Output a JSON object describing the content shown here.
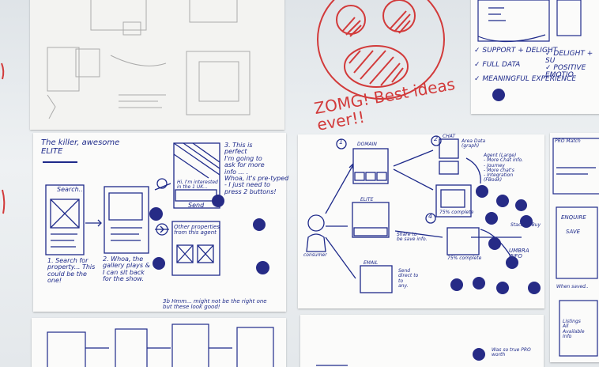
{
  "whiteboard_writing": {
    "zomg": "ZOMG! Best ideas ever!!"
  },
  "top_right_sheet": {
    "check_1": "✓ SUPPORT + DELIGHT",
    "check_2": "✓ FULL DATA",
    "check_3": "✓ MEANINGFUL EXPERIENCE",
    "check_4": "✓ DELIGHT + SU",
    "check_5": "✓ POSITIVE EMOTIO"
  },
  "elite_sheet": {
    "title": "The killer, awesome\nELITE",
    "search_label": "Search..",
    "caption_1": "1. Search for\nproperty... This\ncould be the\none!",
    "caption_2": "2. Whoa, the\ngallery plays &\nI can sit back\nfor the show.",
    "caption_3": "3. This is\nperfect\nI'm going to\nask for more\ninfo ... .\nWhoa, it's pre-typed\n- I just need to\npress 2 buttons!",
    "form_text": "Hi, I'm interested in the 1 UK...",
    "send_label": "Send",
    "other_props": "Other properties\nfrom this agent",
    "bottom_note": "3b Hmm... might not be the right one\nbut these look good!"
  },
  "flow_sheet": {
    "step_1": "1",
    "step_2": "2",
    "step_4": "4",
    "domain_label": "DOMAIN",
    "elite_label": "ELITE",
    "chat_label": "CHAT",
    "area_data": "Area Data\n(graph)",
    "agent_notes": "Agent (Large)\n- More Chat info.\n- Journey\n- More chat's\n- Integration\n(FBook)",
    "progress_1": "75% complete",
    "progress_2": "75% complete",
    "consumer": "consumer",
    "email_label": "EMAIL",
    "send_note": "Send\ndirect to\nto\nany.",
    "share_note": "Share to\nbe save info.",
    "umbra": "UMBRA\nINFO",
    "stack_note": "Stack or Buy"
  },
  "right_phone_sheet": {
    "top": "PRO Match",
    "button_1": "ENQUIRE",
    "button_2": "SAVE",
    "saved": "When saved..",
    "list": "Listings\nAll\nAvailable\nInfo"
  },
  "bottom_sheet": {
    "note": "Was so true PRO\nworth"
  },
  "colors": {
    "ink_blue": "#1e2a8a",
    "ink_red": "#d23a3a",
    "dot": "#262b86",
    "whiteboard": "#e9ecef",
    "paper": "#fbfbfa"
  }
}
